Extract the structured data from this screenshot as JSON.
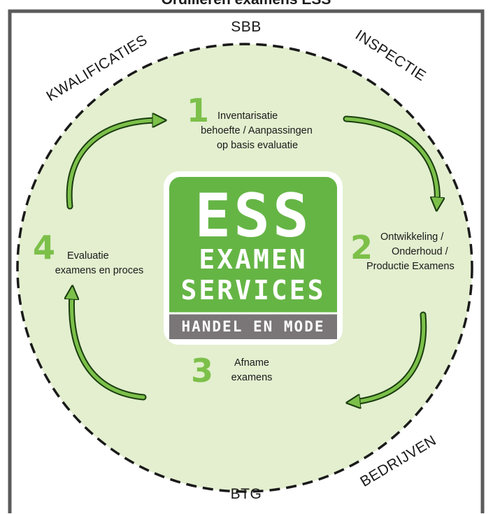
{
  "header": {
    "title": "Ordilieren examens ESS"
  },
  "external": {
    "top": "SBB",
    "top_right": "INSPECTIE",
    "top_left": "KWALIFICATIES",
    "bottom": "BTG",
    "bottom_right": "BEDRIJVEN"
  },
  "logo": {
    "abbr": "ESS",
    "line1": "EXAMEN",
    "line2": "SERVICES",
    "band": "HANDEL EN MODE"
  },
  "steps": [
    {
      "number": "1",
      "lines": [
        "Inventarisatie",
        "behoefte / Aanpassingen",
        "op basis evaluatie"
      ]
    },
    {
      "number": "2",
      "lines": [
        "Ontwikkeling /",
        "Onderhoud /",
        "Productie Examens"
      ]
    },
    {
      "number": "3",
      "lines": [
        "Afname",
        "examens"
      ]
    },
    {
      "number": "4",
      "lines": [
        "Evaluatie",
        "examens en proces"
      ]
    }
  ],
  "colors": {
    "circle_fill": "#e3efcf",
    "accent_green": "#7cc04a",
    "logo_green": "#65b545",
    "band_gray": "#7a7677",
    "frame": "#5b5b5b"
  }
}
